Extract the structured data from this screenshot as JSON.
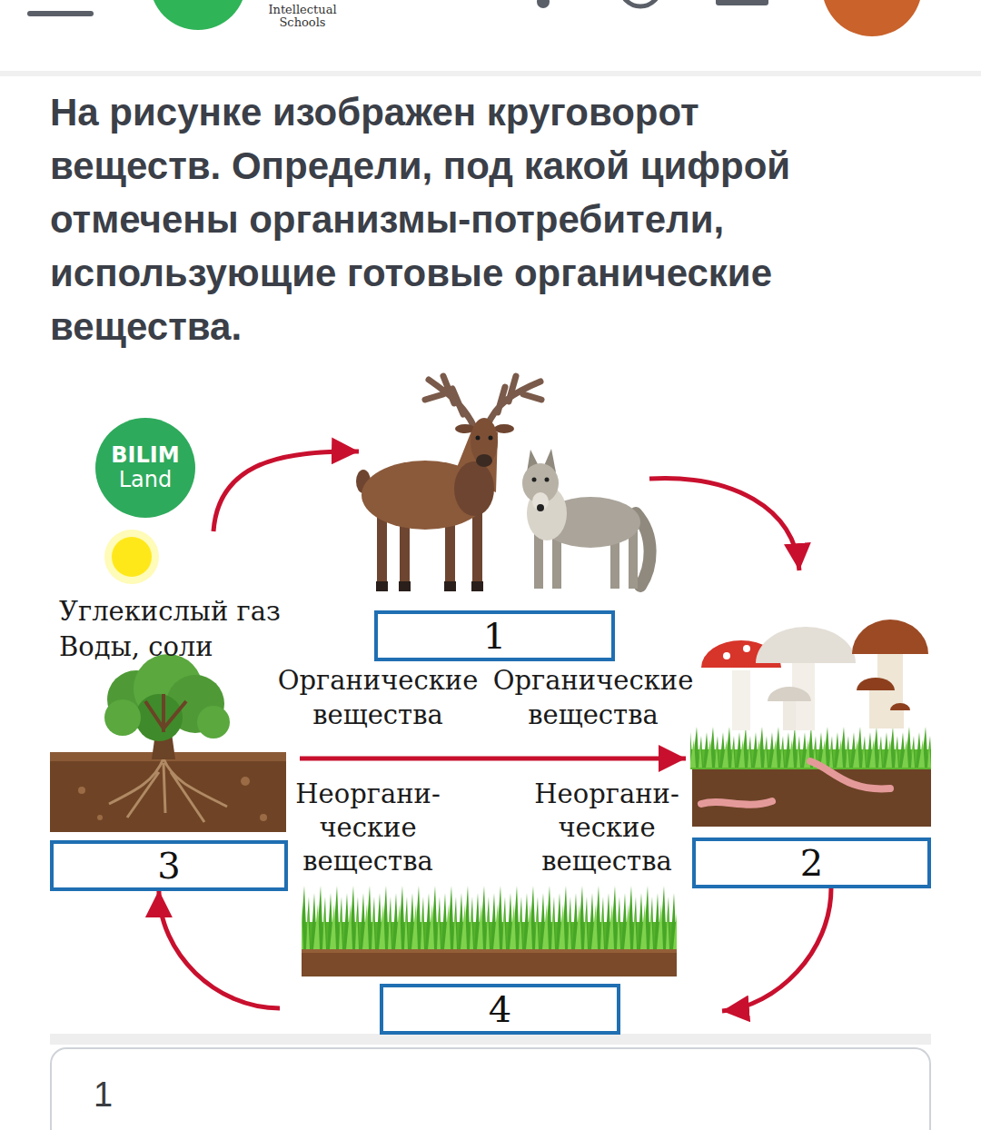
{
  "diagram": {
    "title": "На рисунке изображен круговорот веществ. Определи, под какой цифрой отмечены организмы-потребители, использующие готовые органические вещества.",
    "nodes": [
      {
        "text": [
          "1"
        ]
      },
      {
        "text": [
          "3"
        ]
      },
      {
        "text": [
          "2"
        ]
      },
      {
        "text": [
          "4"
        ]
      },
      {
        "text": [
          "1"
        ]
      }
    ],
    "edges": [
      {
        "from": 1,
        "to": 0,
        "arrow": "to"
      },
      {
        "from": 0,
        "to": 2,
        "arrow": "to"
      },
      {
        "from": 2,
        "to": 3,
        "arrow": "to"
      },
      {
        "from": 3,
        "to": 1,
        "arrow": "to"
      },
      {
        "from": 1,
        "to": 2,
        "arrow": "to"
      }
    ],
    "labels": [
      "Intellectual",
      "Schools",
      "BILIM",
      "Land",
      "Углекислый газ",
      "Воды, соли",
      "Органические вещества",
      "Органические вещества",
      "Неоргани- ческие вещества",
      "Неоргани- ческие вещества"
    ]
  }
}
